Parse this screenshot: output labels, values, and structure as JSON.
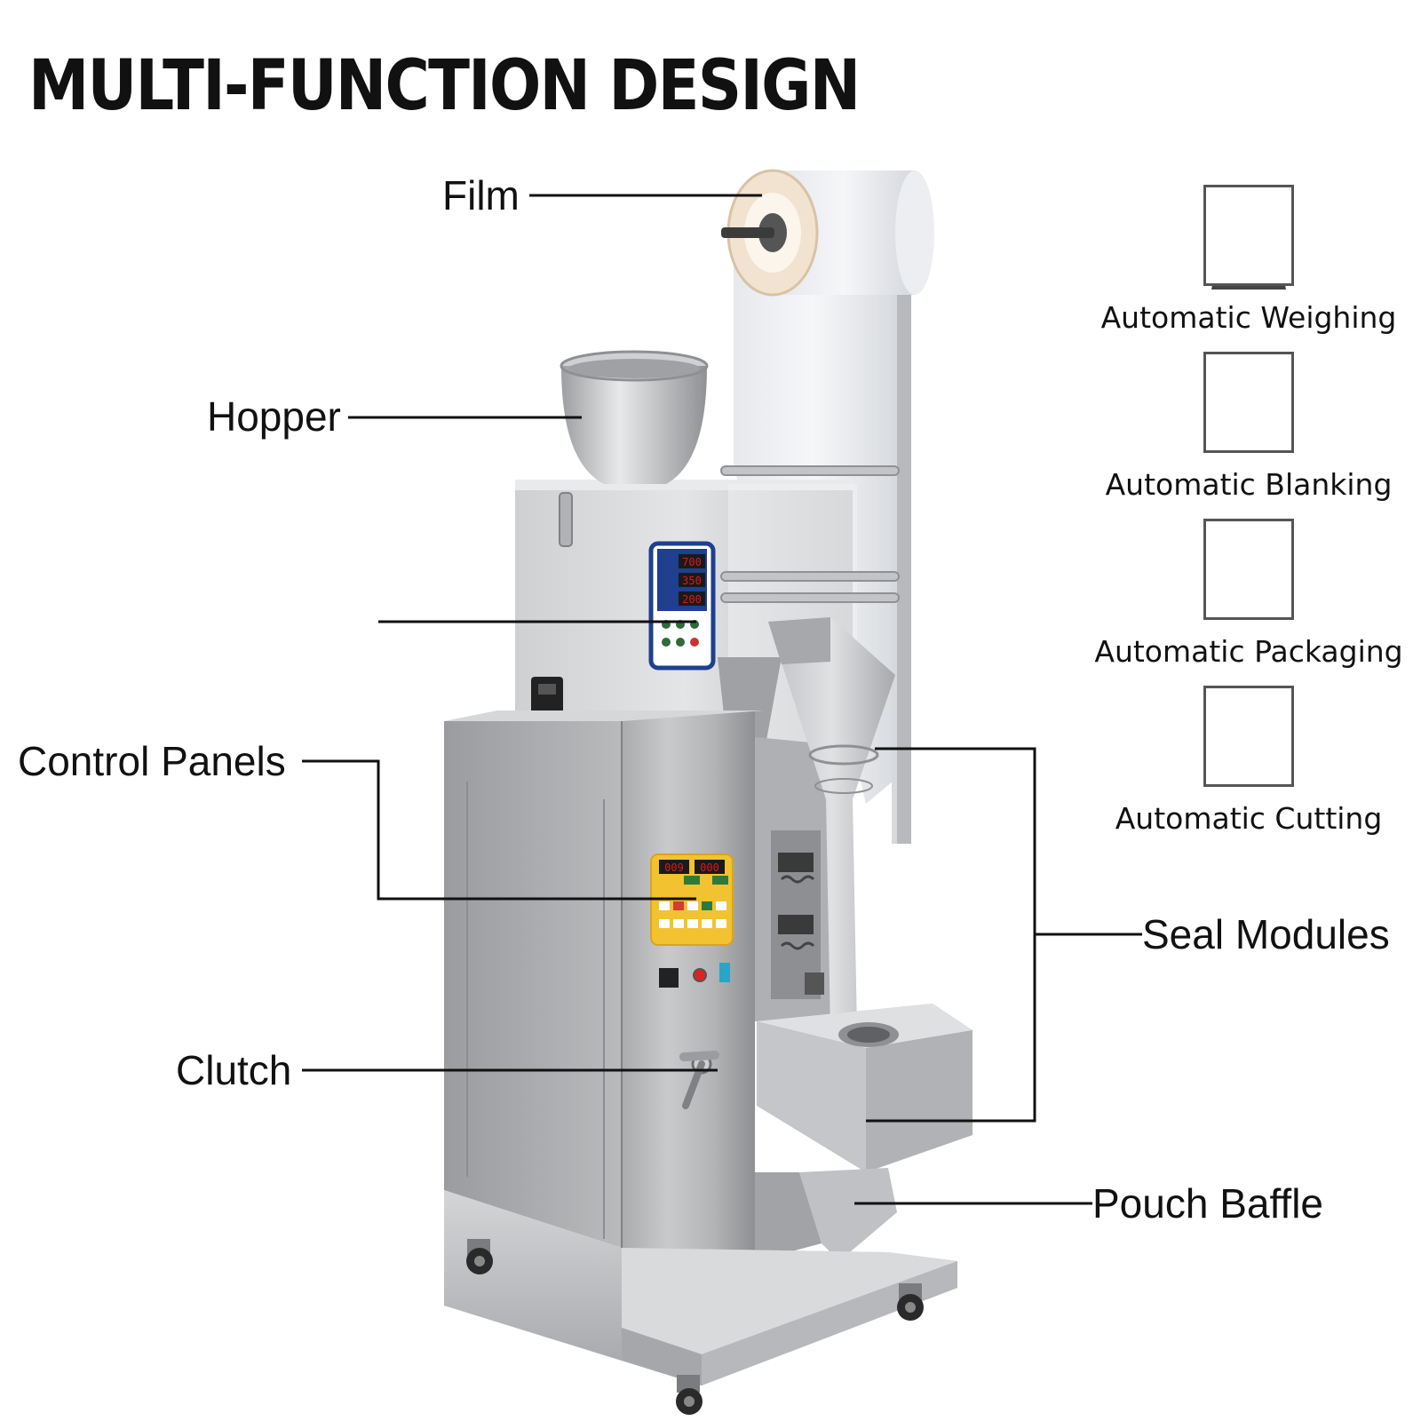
{
  "title": "MULTI-FUNCTION DESIGN",
  "callouts": {
    "film": "Film",
    "hopper": "Hopper",
    "control_panels": "Control Panels",
    "clutch": "Clutch",
    "seal_modules": "Seal Modules",
    "pouch_baffle": "Pouch Baffle"
  },
  "features": [
    {
      "label": "Automatic Weighing",
      "icon": "scale-icon"
    },
    {
      "label": "Automatic Blanking",
      "icon": "cloud-blanking-icon"
    },
    {
      "label": "Automatic Packaging",
      "icon": "package-icon"
    },
    {
      "label": "Automatic Cutting",
      "icon": "scissors-icon"
    }
  ],
  "panels": {
    "upper_display": [
      "700",
      "350",
      "200"
    ],
    "lower_display": [
      "009",
      "000"
    ]
  },
  "colors": {
    "steel_light": "#d9dadb",
    "steel_mid": "#b4b6b8",
    "steel_dark": "#8d8f92",
    "panel_blue": "#1f3f8f",
    "panel_yellow": "#f2c230",
    "display_red": "#e01818"
  }
}
